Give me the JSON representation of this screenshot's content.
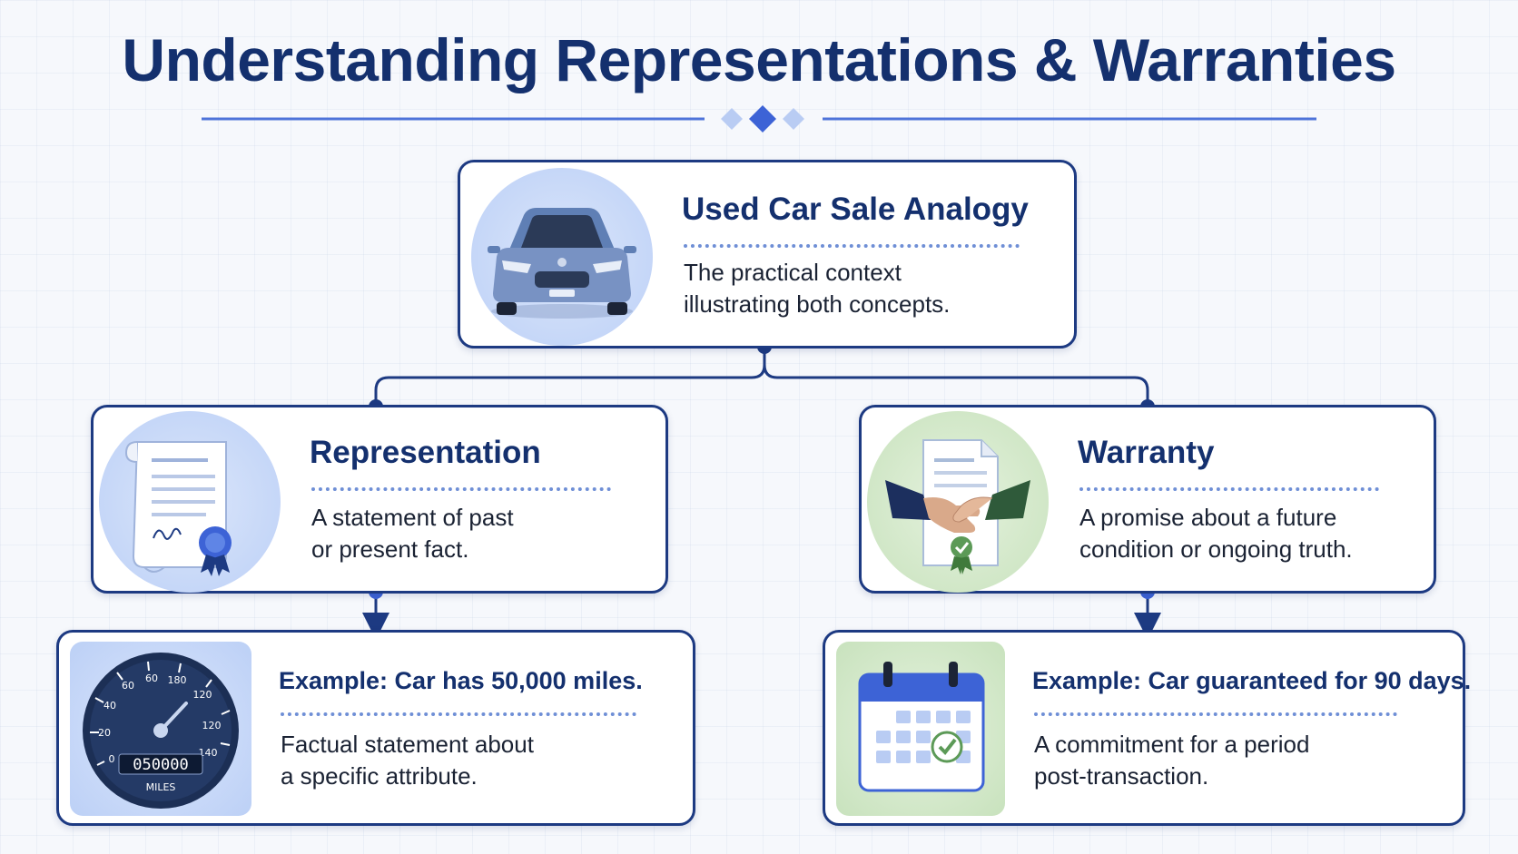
{
  "title": "Understanding Representations & Warranties",
  "colors": {
    "navy": "#14306e",
    "border": "#1d3a82",
    "accent_blue": "#3d63d6",
    "light_blue": "#bcd0f6",
    "light_green": "#c8e2bd"
  },
  "top_card": {
    "icon": "car-icon",
    "heading": "Used Car Sale Analogy",
    "body": [
      "The practical context",
      "illustrating both concepts."
    ]
  },
  "representation_card": {
    "icon": "document-seal-icon",
    "heading": "Representation",
    "body": [
      "A statement of past",
      "or present fact."
    ]
  },
  "warranty_card": {
    "icon": "handshake-icon",
    "heading": "Warranty",
    "body": [
      "A promise about a future",
      "condition or ongoing truth."
    ]
  },
  "representation_example": {
    "icon": "speedometer-icon",
    "heading": "Example: Car has 50,000 miles.",
    "body": [
      "Factual statement about",
      "a specific attribute."
    ],
    "gauge": {
      "ticks": [
        "0",
        "20",
        "40",
        "60",
        "60",
        "180",
        "120",
        "120",
        "140"
      ],
      "odometer": "050000",
      "unit": "MILES"
    }
  },
  "warranty_example": {
    "icon": "calendar-check-icon",
    "heading": "Example: Car guaranteed for 90 days.",
    "body": [
      "A commitment for a period",
      "post-transaction."
    ]
  }
}
